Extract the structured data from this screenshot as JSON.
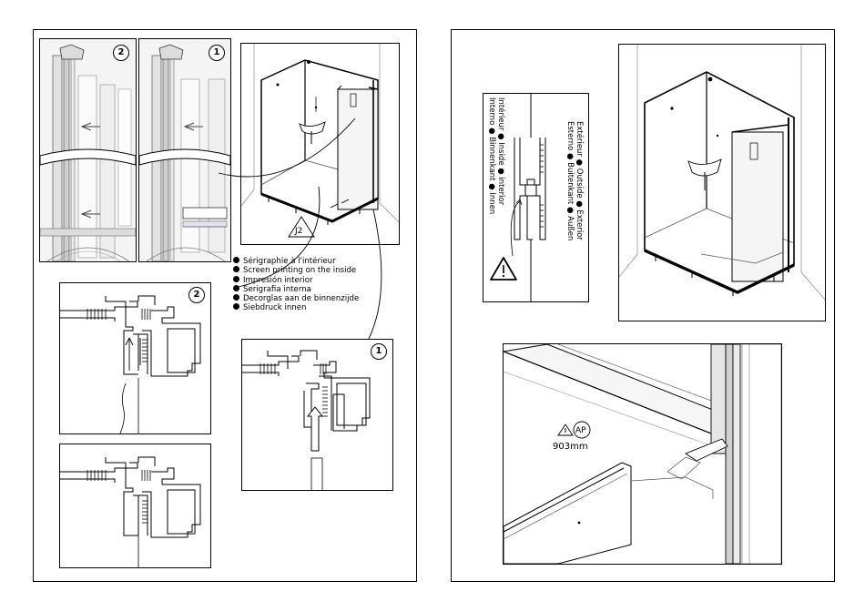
{
  "left_page": {
    "steps": [
      "2",
      "1",
      "2",
      "1"
    ],
    "callout_code": "J2",
    "legend": [
      "Sérigraphie à l'intérieur",
      "Screen printing on the inside",
      "Impresión interior",
      "Serigrafia interna",
      "Decorglas aan de binnenzijde",
      "Siebdruck innen"
    ]
  },
  "right_page": {
    "inside_label": "Intérieur ● Inside ● interior",
    "inside_label_2": "Interno ● Binnenkant ● Innen",
    "outside_label": "Extérieur ● Outside ● Exterior",
    "outside_label_2": "Esterno ● Buitenkant ● Außen",
    "ap_tag": "AP",
    "measure": "903mm"
  }
}
